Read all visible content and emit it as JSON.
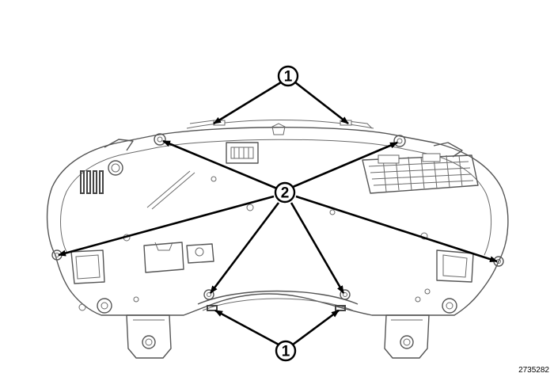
{
  "callouts": {
    "top": "1",
    "center": "2",
    "bottom": "1"
  },
  "figure_id": "2735282"
}
